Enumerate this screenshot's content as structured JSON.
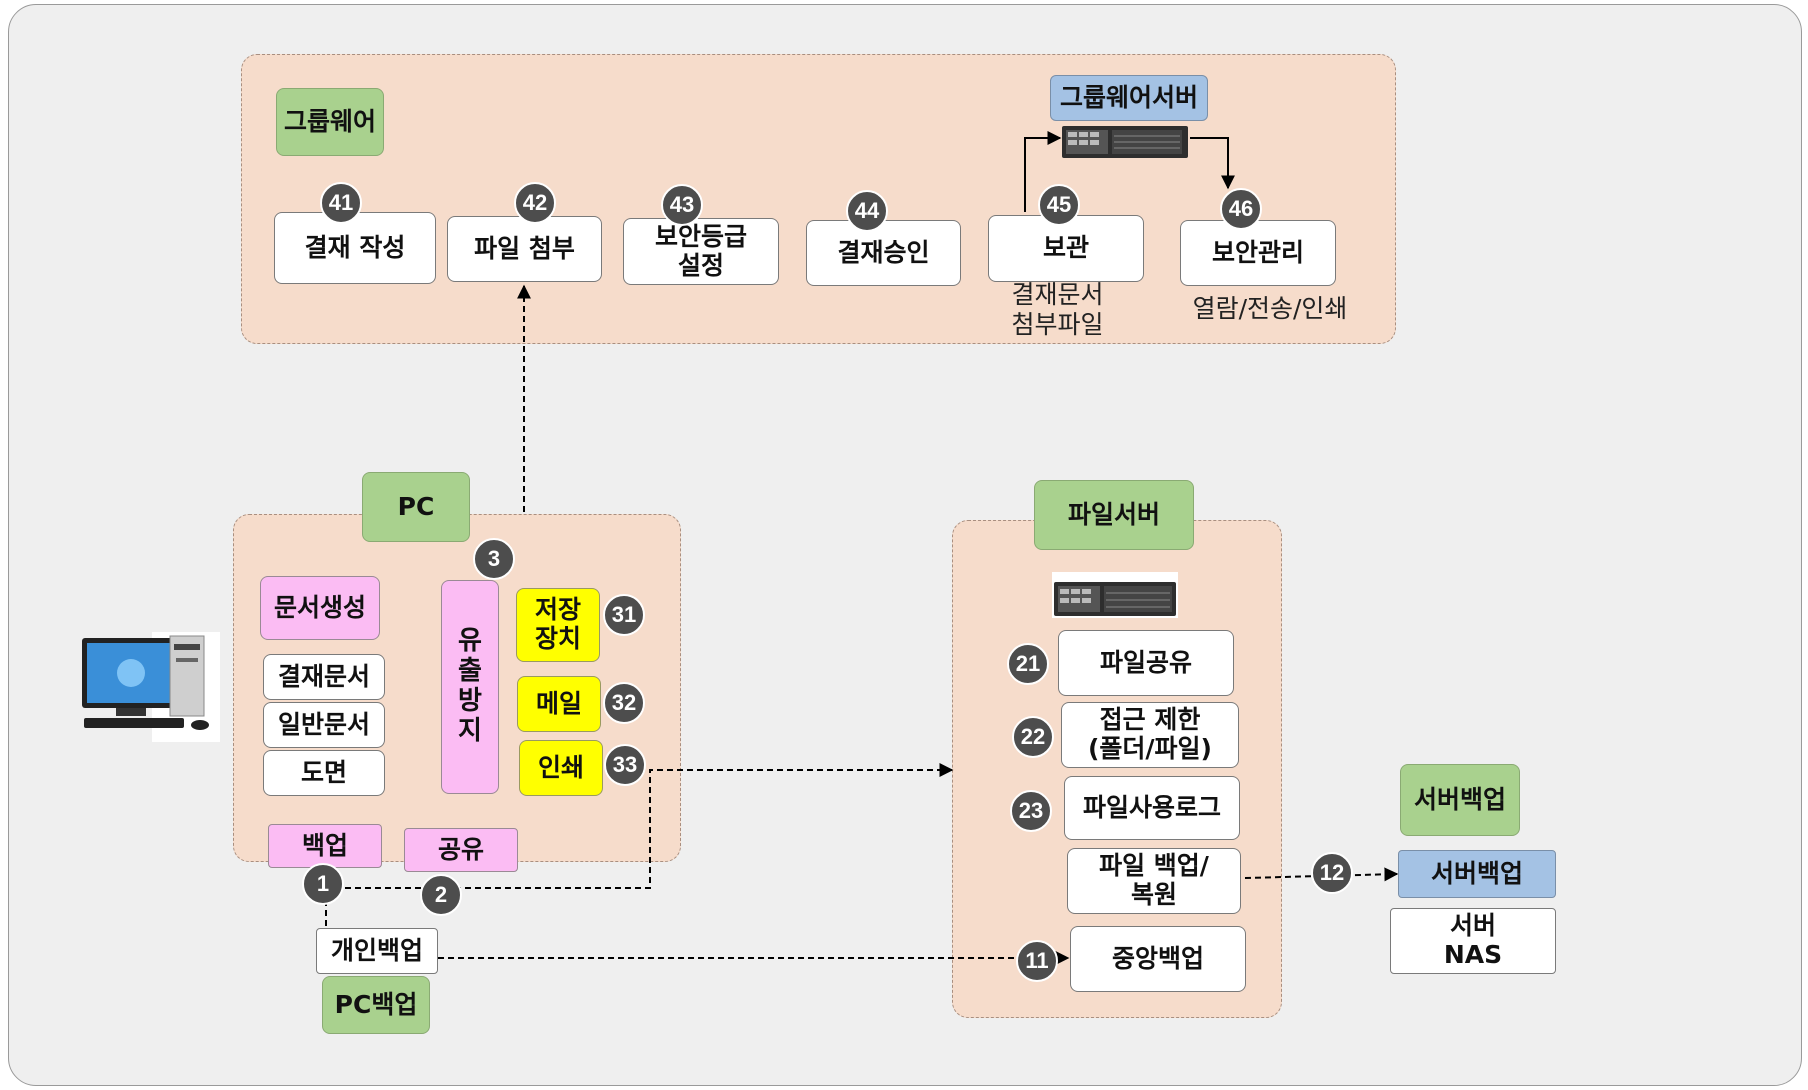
{
  "groupware": {
    "label": "그룹웨어",
    "server_label": "그룹웨어서버",
    "steps": [
      {
        "num": "41",
        "label": "결재 작성"
      },
      {
        "num": "42",
        "label": "파일 첨부"
      },
      {
        "num": "43",
        "label": "보안등급\n설정"
      },
      {
        "num": "44",
        "label": "결재승인"
      },
      {
        "num": "45",
        "label": "보관"
      },
      {
        "num": "46",
        "label": "보안관리"
      }
    ],
    "storage_note": "결재문서\n첨부파일",
    "security_note": "열람/전송/인쇄"
  },
  "pc": {
    "label": "PC",
    "doc_create": "문서생성",
    "doc_types": [
      "결재문서",
      "일반문서",
      "도면"
    ],
    "leak_prevention": "유\n출\n방\n지",
    "leak_num": "3",
    "channels": [
      {
        "num": "31",
        "label": "저장\n장치"
      },
      {
        "num": "32",
        "label": "메일"
      },
      {
        "num": "33",
        "label": "인쇄"
      }
    ],
    "backup_label": "백업",
    "backup_num": "1",
    "share_label": "공유",
    "share_num": "2",
    "personal_backup": "개인백업",
    "pc_backup": "PC백업"
  },
  "fileserver": {
    "label": "파일서버",
    "items": [
      {
        "num": "21",
        "label": "파일공유"
      },
      {
        "num": "22",
        "label": "접근 제한\n(폴더/파일)"
      },
      {
        "num": "23",
        "label": "파일사용로그"
      },
      {
        "num": "",
        "label": "파일 백업/\n복원"
      },
      {
        "num": "11",
        "label": "중앙백업"
      }
    ]
  },
  "server_backup": {
    "label": "서버백업",
    "num": "12",
    "target_label": "서버백업",
    "storage_label": "서버\nNAS"
  },
  "colors": {
    "region": "#f6dccb",
    "green": "#a9d18e",
    "pink": "#fbbcf3",
    "yellow": "#ffff00",
    "blue": "#a4c2e4",
    "badge": "#4d4d4d"
  }
}
